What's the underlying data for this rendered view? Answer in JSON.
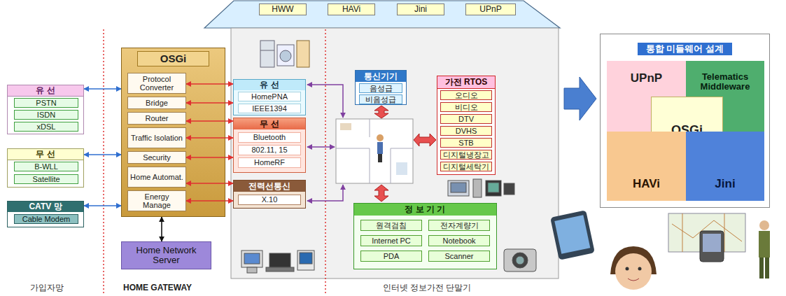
{
  "diagram": {
    "nodes": [
      {
        "text": [
          "HWW"
        ]
      },
      {
        "text": [
          "HAVi"
        ]
      },
      {
        "text": [
          "Jini"
        ]
      },
      {
        "text": [
          "UPnP"
        ]
      },
      {
        "text": [
          "OSGi"
        ]
      },
      {
        "text": [
          "Protocol Converter"
        ],
        "in": 4
      },
      {
        "text": [
          "Bridge"
        ],
        "in": 4
      },
      {
        "text": [
          "Router"
        ],
        "in": 4
      },
      {
        "text": [
          "Traffic Isolation"
        ],
        "in": 4
      },
      {
        "text": [
          "Security"
        ],
        "in": 4
      },
      {
        "text": [
          "Home Automat."
        ],
        "in": 4
      },
      {
        "text": [
          "Energy Manage"
        ],
        "in": 4
      },
      {
        "text": [
          "유 선"
        ]
      },
      {
        "text": [
          "PSTN"
        ],
        "in": 12
      },
      {
        "text": [
          "ISDN"
        ],
        "in": 12
      },
      {
        "text": [
          "xDSL"
        ],
        "in": 12
      },
      {
        "text": [
          "무 선"
        ]
      },
      {
        "text": [
          "B-WLL"
        ],
        "in": 16
      },
      {
        "text": [
          "Satellite"
        ],
        "in": 16
      },
      {
        "text": [
          "CATV 망"
        ]
      },
      {
        "text": [
          "Cable Modem"
        ],
        "in": 19
      },
      {
        "text": [
          "Home Network Server"
        ]
      },
      {
        "text": [
          "유 선"
        ]
      },
      {
        "text": [
          "HomePNA"
        ],
        "in": 22
      },
      {
        "text": [
          "IEEE1394"
        ],
        "in": 22
      },
      {
        "text": [
          "무 선"
        ]
      },
      {
        "text": [
          "Bluetooth"
        ],
        "in": 25
      },
      {
        "text": [
          "802.11, 15"
        ],
        "in": 25
      },
      {
        "text": [
          "HomeRF"
        ],
        "in": 25
      },
      {
        "text": [
          "전력선통신"
        ]
      },
      {
        "text": [
          "X.10"
        ],
        "in": 29
      },
      {
        "text": [
          "통신기기"
        ]
      },
      {
        "text": [
          "음성급"
        ],
        "in": 31
      },
      {
        "text": [
          "비음성급"
        ],
        "in": 31
      },
      {
        "text": [
          "가전 RTOS"
        ]
      },
      {
        "text": [
          "오디오"
        ],
        "in": 34
      },
      {
        "text": [
          "비디오"
        ],
        "in": 34
      },
      {
        "text": [
          "DTV"
        ],
        "in": 34
      },
      {
        "text": [
          "DVHS"
        ],
        "in": 34
      },
      {
        "text": [
          "STB"
        ],
        "in": 34
      },
      {
        "text": [
          "디지털냉장고"
        ],
        "in": 34
      },
      {
        "text": [
          "디지털세탁기"
        ],
        "in": 34
      },
      {
        "text": [
          "정 보 기 기"
        ]
      },
      {
        "text": [
          "원격검침"
        ],
        "in": 42
      },
      {
        "text": [
          "전자계량기"
        ],
        "in": 42
      },
      {
        "text": [
          "Internet PC"
        ],
        "in": 42
      },
      {
        "text": [
          "Notebook"
        ],
        "in": 42
      },
      {
        "text": [
          "PDA"
        ],
        "in": 42
      },
      {
        "text": [
          "Scanner"
        ],
        "in": 42
      },
      {
        "text": [
          "통합 미들웨어 설계"
        ]
      },
      {
        "text": [
          "UPnP"
        ],
        "in": 49
      },
      {
        "text": [
          "Telematics Middleware"
        ],
        "in": 49
      },
      {
        "text": [
          "OSGi"
        ],
        "in": 49
      },
      {
        "text": [
          "HAVi"
        ],
        "in": 49
      },
      {
        "text": [
          "Jini"
        ],
        "in": 49
      }
    ],
    "edges": [
      {
        "from": 12,
        "to": 4,
        "arrow": "both"
      },
      {
        "from": 16,
        "to": 4,
        "arrow": "both"
      },
      {
        "from": 19,
        "to": 4,
        "arrow": "both"
      },
      {
        "from": 5,
        "to": 22,
        "arrow": "both"
      },
      {
        "from": 6,
        "to": 22,
        "arrow": "both"
      },
      {
        "from": 7,
        "to": 25,
        "arrow": "both"
      },
      {
        "from": 8,
        "to": 25,
        "arrow": "both"
      },
      {
        "from": 9,
        "to": 25,
        "arrow": "both"
      },
      {
        "from": 10,
        "to": 29,
        "arrow": "both"
      },
      {
        "from": 11,
        "to": 29,
        "arrow": "both"
      },
      {
        "from": 4,
        "to": 21,
        "arrow": "both"
      }
    ],
    "labels": [
      "가입자망",
      "HOME GATEWAY",
      "인터넷 정보가전 단말기"
    ]
  }
}
